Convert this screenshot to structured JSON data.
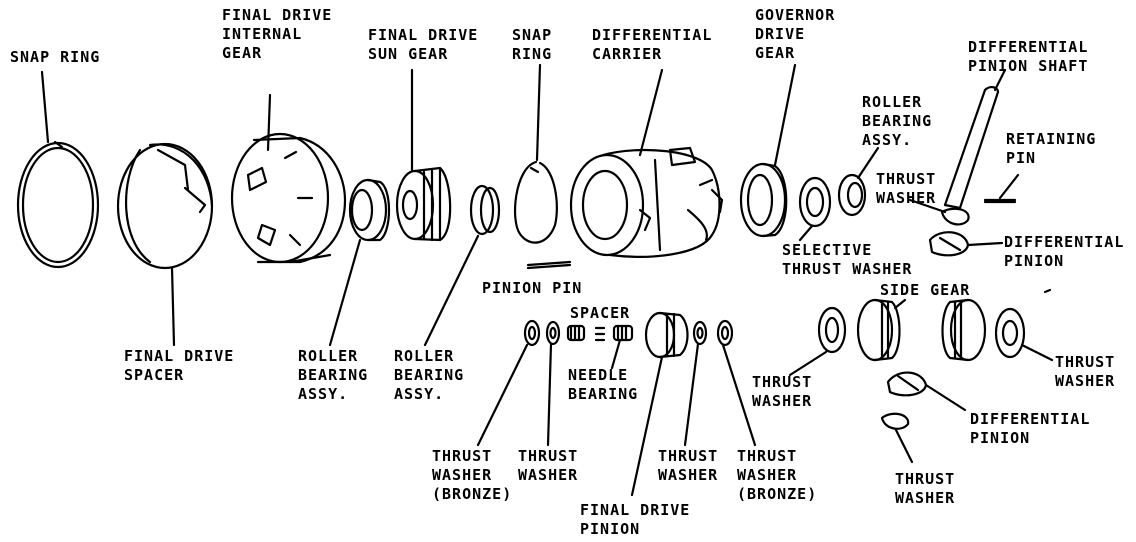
{
  "labels": {
    "snap_ring_left": [
      "SNAP RING"
    ],
    "final_drive_internal_gear": [
      "FINAL DRIVE",
      "INTERNAL",
      "GEAR"
    ],
    "final_drive_sun_gear": [
      "FINAL DRIVE",
      "SUN GEAR"
    ],
    "snap_ring_center": [
      "SNAP",
      "RING"
    ],
    "differential_carrier": [
      "DIFFERENTIAL",
      "CARRIER"
    ],
    "governor_drive_gear": [
      "GOVERNOR",
      "DRIVE",
      "GEAR"
    ],
    "differential_pinion_shaft": [
      "DIFFERENTIAL",
      "PINION SHAFT"
    ],
    "roller_bearing_assy_right": [
      "ROLLER",
      "BEARING",
      "ASSY."
    ],
    "retaining_pin": [
      "RETAINING",
      "PIN"
    ],
    "thrust_washer_upper_right": [
      "THRUST",
      "WASHER"
    ],
    "differential_pinion_upper": [
      "DIFFERENTIAL",
      "PINION"
    ],
    "selective_thrust_washer": [
      "SELECTIVE",
      "THRUST WASHER"
    ],
    "side_gear": [
      "SIDE GEAR"
    ],
    "pinion_pin": [
      "PINION PIN"
    ],
    "spacer": [
      "SPACER"
    ],
    "needle_bearing": [
      "NEEDLE",
      "BEARING"
    ],
    "final_drive_spacer": [
      "FINAL DRIVE",
      "SPACER"
    ],
    "roller_bearing_assy_1": [
      "ROLLER",
      "BEARING",
      "ASSY."
    ],
    "roller_bearing_assy_2": [
      "ROLLER",
      "BEARING",
      "ASSY."
    ],
    "thrust_washer_lower_middle": [
      "THRUST",
      "WASHER"
    ],
    "thrust_washer_right_edge": [
      "THRUST",
      "WASHER"
    ],
    "differential_pinion_lower": [
      "DIFFERENTIAL",
      "PINION"
    ],
    "thrust_washer_bronze_left": [
      "THRUST",
      "WASHER",
      "(BRONZE)"
    ],
    "thrust_washer_small_left": [
      "THRUST",
      "WASHER"
    ],
    "thrust_washer_small_right": [
      "THRUST",
      "WASHER"
    ],
    "thrust_washer_bronze_right": [
      "THRUST",
      "WASHER",
      "(BRONZE)"
    ],
    "final_drive_pinion": [
      "FINAL DRIVE",
      "PINION"
    ],
    "thrust_washer_bottom_right": [
      "THRUST",
      "WASHER"
    ]
  }
}
